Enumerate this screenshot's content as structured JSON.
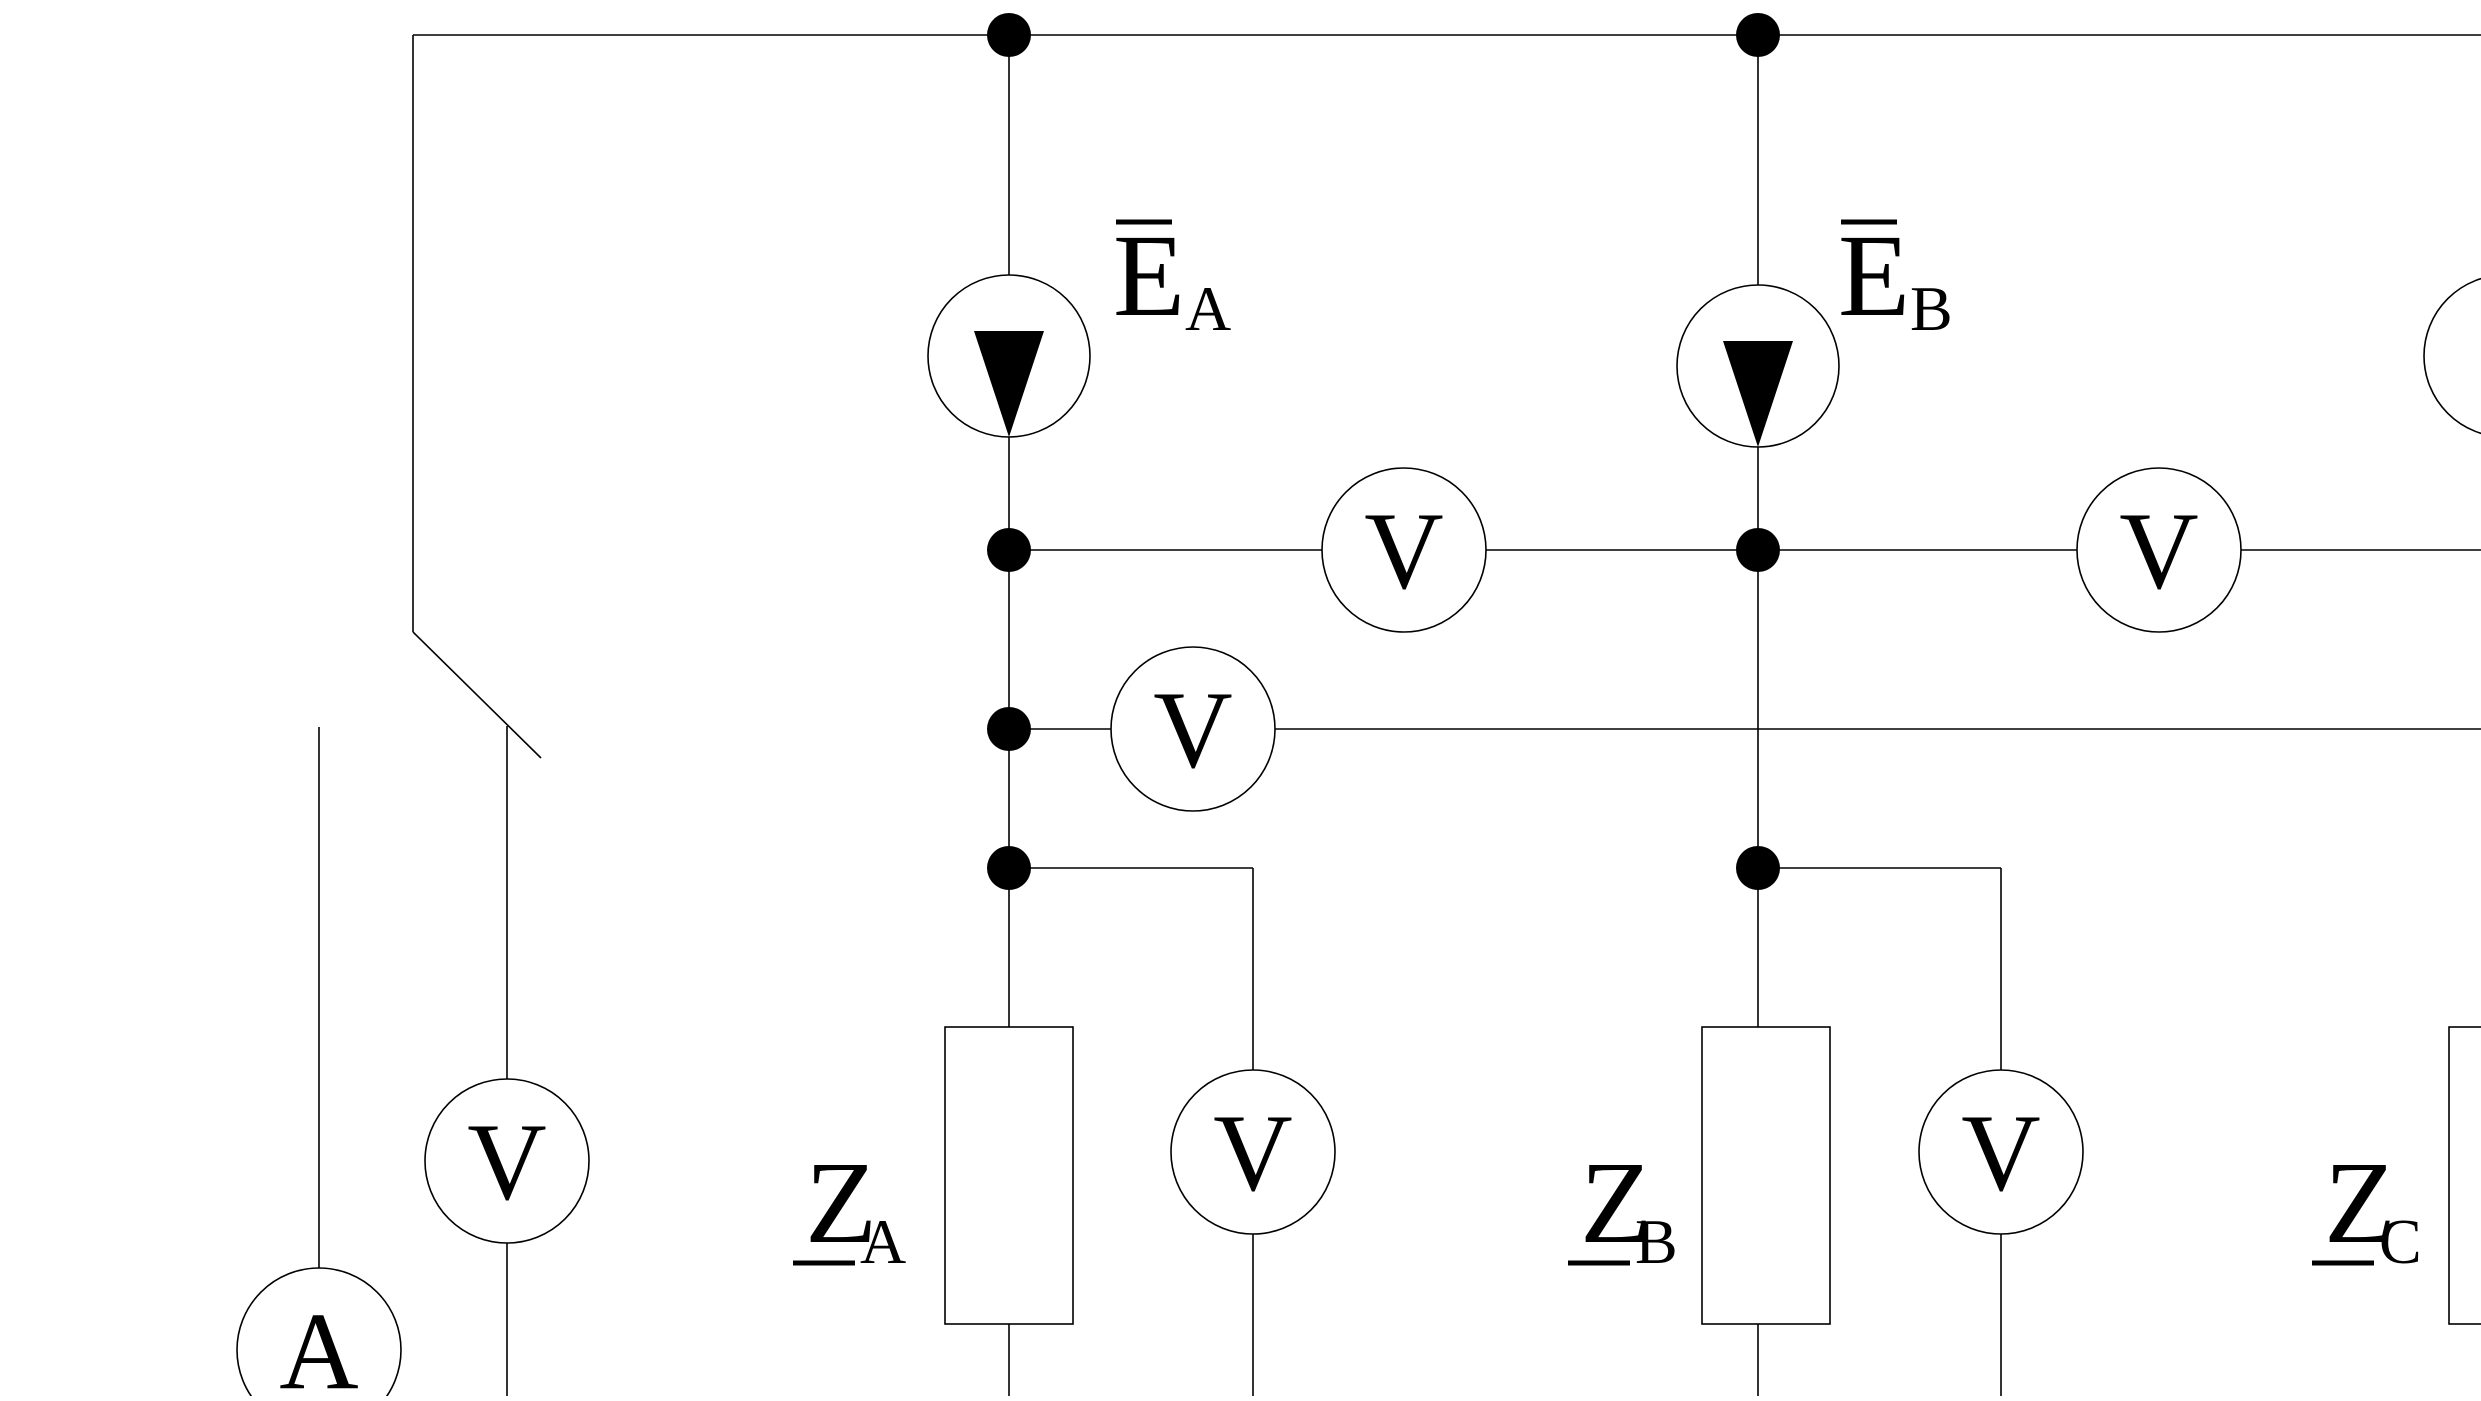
{
  "colors": {
    "line": "#000000",
    "background": "#ffffff"
  },
  "sources": [
    {
      "id": "a",
      "letter": "E",
      "subscript": "A"
    },
    {
      "id": "b",
      "letter": "E",
      "subscript": "B"
    }
  ],
  "impedances": [
    {
      "id": "a",
      "letter": "Z",
      "subscript": "A"
    },
    {
      "id": "b",
      "letter": "Z",
      "subscript": "B"
    },
    {
      "id": "c",
      "letter": "Z",
      "subscript": "C"
    }
  ],
  "meters": {
    "voltmeter": "V",
    "ammeter": "A"
  },
  "icons": {
    "source": "voltage-source-icon",
    "voltmeter": "voltmeter-icon",
    "ammeter": "ammeter-icon",
    "node": "junction-node-icon",
    "impedance": "impedance-icon",
    "switch": "switch-icon"
  }
}
